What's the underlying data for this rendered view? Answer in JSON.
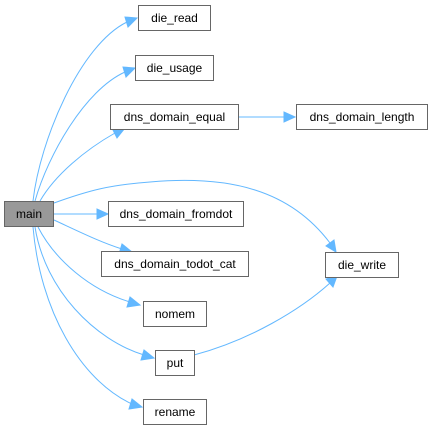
{
  "graph": {
    "nodes": [
      {
        "id": "main",
        "label": "main",
        "highlight": true
      },
      {
        "id": "die_read",
        "label": "die_read"
      },
      {
        "id": "die_usage",
        "label": "die_usage"
      },
      {
        "id": "dns_domain_equal",
        "label": "dns_domain_equal"
      },
      {
        "id": "dns_domain_length",
        "label": "dns_domain_length"
      },
      {
        "id": "dns_domain_fromdot",
        "label": "dns_domain_fromdot"
      },
      {
        "id": "dns_domain_todot_cat",
        "label": "dns_domain_todot_cat"
      },
      {
        "id": "die_write",
        "label": "die_write"
      },
      {
        "id": "nomem",
        "label": "nomem"
      },
      {
        "id": "put",
        "label": "put"
      },
      {
        "id": "rename",
        "label": "rename"
      }
    ],
    "edges": [
      {
        "from": "main",
        "to": "die_read"
      },
      {
        "from": "main",
        "to": "die_usage"
      },
      {
        "from": "main",
        "to": "dns_domain_equal"
      },
      {
        "from": "dns_domain_equal",
        "to": "dns_domain_length"
      },
      {
        "from": "main",
        "to": "die_write"
      },
      {
        "from": "main",
        "to": "dns_domain_fromdot"
      },
      {
        "from": "main",
        "to": "dns_domain_todot_cat"
      },
      {
        "from": "main",
        "to": "nomem"
      },
      {
        "from": "main",
        "to": "put"
      },
      {
        "from": "put",
        "to": "die_write"
      },
      {
        "from": "main",
        "to": "rename"
      }
    ],
    "colors": {
      "edge": "#63b8ff",
      "node_border": "#666666",
      "node_fill": "#ffffff",
      "highlight_fill": "#999999"
    }
  }
}
